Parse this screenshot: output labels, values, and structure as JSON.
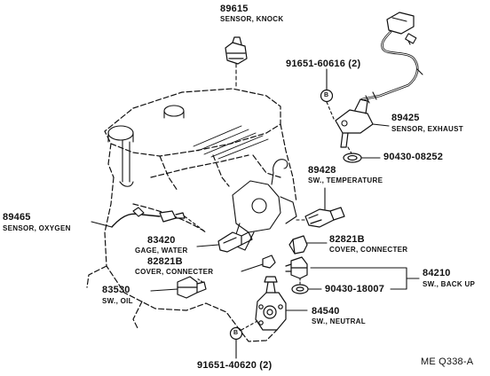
{
  "parts": [
    {
      "id": "knock",
      "number": "89615",
      "name": "SENSOR, KNOCK"
    },
    {
      "id": "bolt_upper",
      "number": "91651-60616 (2)"
    },
    {
      "id": "exhaust",
      "number": "89425",
      "name": "SENSOR, EXHAUST"
    },
    {
      "id": "gasket",
      "number": "90430-08252"
    },
    {
      "id": "temp",
      "number": "89428",
      "name": "SW., TEMPERATURE"
    },
    {
      "id": "oxygen",
      "number": "89465",
      "name": "SENSOR, OXYGEN"
    },
    {
      "id": "water",
      "number": "83420",
      "name": "GAGE, WATER"
    },
    {
      "id": "cover_right",
      "number": "82821B",
      "name": "COVER, CONNECTER"
    },
    {
      "id": "cover_left",
      "number": "82821B",
      "name": "COVER, CONNECTER"
    },
    {
      "id": "backup",
      "number": "84210",
      "name": "SW., BACK UP"
    },
    {
      "id": "oil",
      "number": "83530",
      "name": "SW., OIL"
    },
    {
      "id": "washer",
      "number": "90430-18007"
    },
    {
      "id": "neutral",
      "number": "84540",
      "name": "SW., NEUTRAL"
    },
    {
      "id": "bolt_lower",
      "number": "91651-40620 (2)"
    }
  ],
  "bolt_marker": "B",
  "figure_code": "ME  Q338-A"
}
